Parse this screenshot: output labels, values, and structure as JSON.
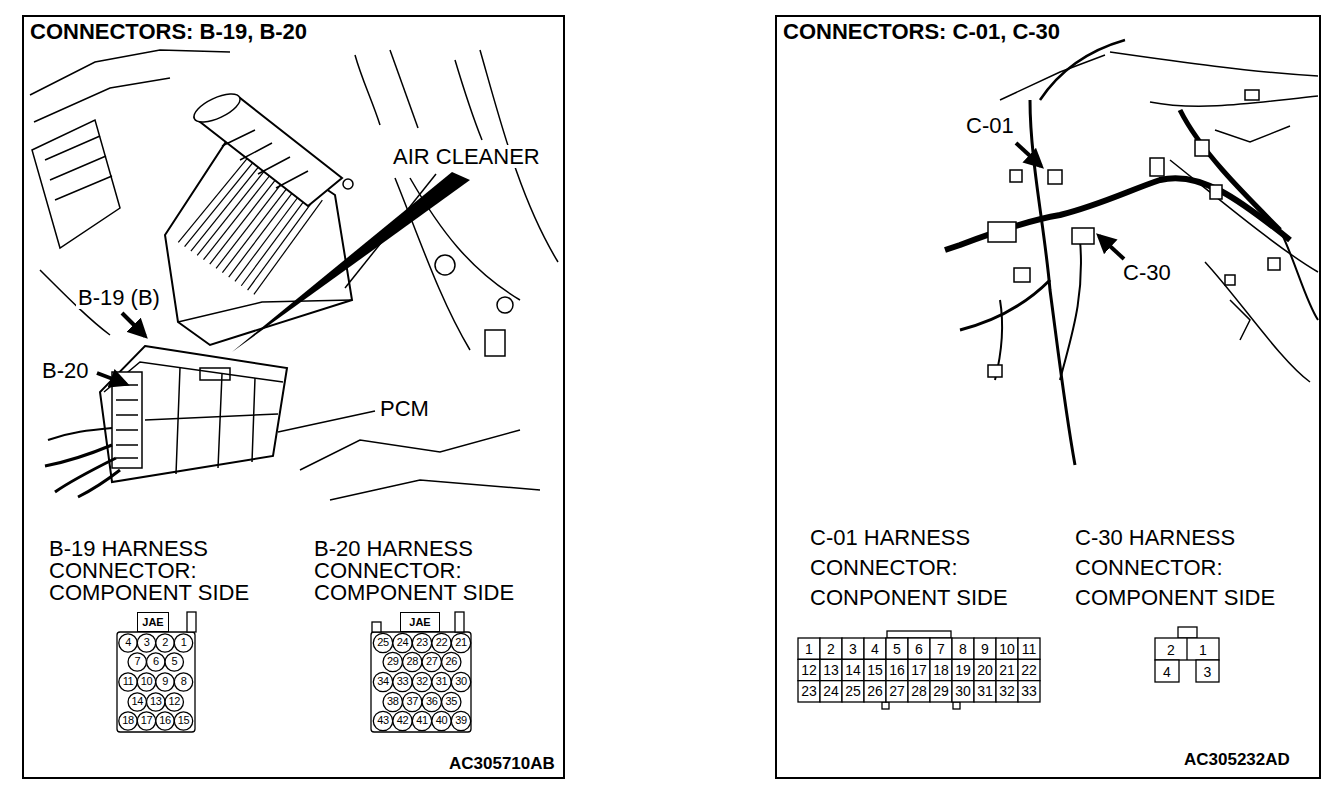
{
  "diagram": {
    "nodes": [
      {
        "text": [
          "CONNECTORS: B-19, B-20"
        ]
      },
      {
        "text": [
          "JAE"
        ],
        "in": 0
      },
      {
        "text": [
          "JAE"
        ],
        "in": 0
      },
      {
        "text": [
          "CONNECTORS: C-01, C-30"
        ]
      }
    ],
    "labels": [
      "AIR CLEANER",
      "B-19 (B)",
      "B-20",
      "PCM",
      "B-19 HARNESS CONNECTOR: COMPONENT SIDE",
      "B-20 HARNESS CONNECTOR: COMPONENT SIDE",
      "4",
      "3",
      "2",
      "1",
      "7",
      "6",
      "5",
      "11",
      "10",
      "9",
      "8",
      "14",
      "13",
      "12",
      "18",
      "17",
      "16",
      "15",
      "25",
      "24",
      "23",
      "22",
      "21",
      "29",
      "28",
      "27",
      "26",
      "34",
      "33",
      "32",
      "31",
      "30",
      "38",
      "37",
      "36",
      "35",
      "43",
      "42",
      "41",
      "40",
      "39",
      "AC305710AB",
      "C-01",
      "C-30",
      "C-01 HARNESS CONNECTOR: CONPONENT SIDE",
      "C-30 HARNESS CONNECTOR: COMPONENT SIDE",
      "1",
      "2",
      "3",
      "4",
      "5",
      "6",
      "7",
      "8",
      "9",
      "10",
      "11",
      "12",
      "13",
      "14",
      "15",
      "16",
      "17",
      "18",
      "19",
      "20",
      "21",
      "22",
      "23",
      "24",
      "25",
      "26",
      "27",
      "28",
      "29",
      "30",
      "31",
      "32",
      "33",
      "2",
      "1",
      "4",
      "3",
      "AC305232AD"
    ]
  }
}
